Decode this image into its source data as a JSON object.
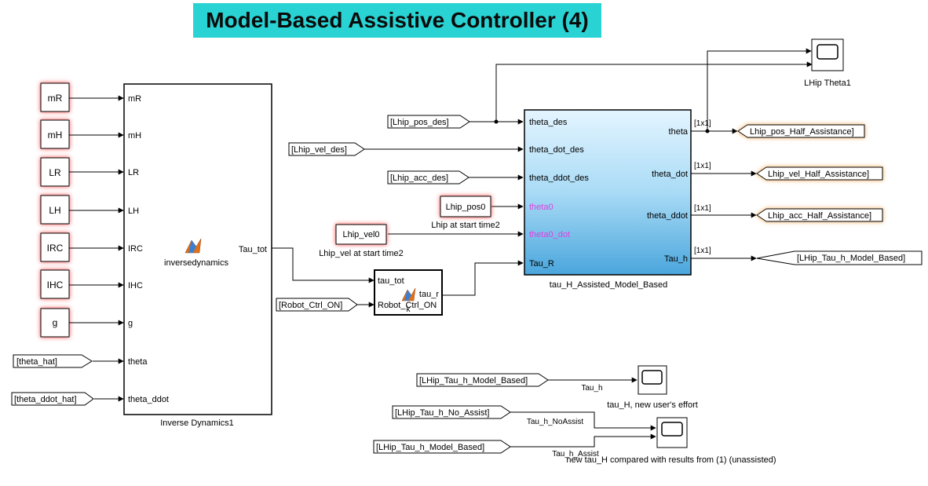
{
  "title": "Model-Based Assistive Controller (4)",
  "constants": [
    {
      "id": "mR",
      "label": "mR"
    },
    {
      "id": "mH",
      "label": "mH"
    },
    {
      "id": "LR",
      "label": "LR"
    },
    {
      "id": "LH",
      "label": "LH"
    },
    {
      "id": "IRC",
      "label": "IRC"
    },
    {
      "id": "IHC",
      "label": "IHC"
    },
    {
      "id": "g",
      "label": "g"
    }
  ],
  "from_tags_left": [
    {
      "id": "theta_hat",
      "label": "[theta_hat]"
    },
    {
      "id": "theta_ddot_hat",
      "label": "[theta_ddot_hat]"
    }
  ],
  "inverse_dynamics": {
    "name": "Inverse Dynamics1",
    "function_label": "inversedynamics",
    "inputs": [
      "mR",
      "mH",
      "LR",
      "LH",
      "IRC",
      "IHC",
      "g",
      "theta",
      "theta_ddot"
    ],
    "output": "Tau_tot"
  },
  "robot_block": {
    "inputs": [
      "tau_tot",
      "Robot_Ctrl_ON"
    ],
    "output": "tau_r",
    "extra_label": "k"
  },
  "robot_ctrl_tag": "[Robot_Ctrl_ON]",
  "top_tags": [
    {
      "id": "pos_des",
      "label": "[Lhip_pos_des]"
    },
    {
      "id": "vel_des",
      "label": "[Lhip_vel_des]"
    },
    {
      "id": "acc_des",
      "label": "[Lhip_acc_des]"
    }
  ],
  "init_blocks": [
    {
      "id": "pos0",
      "label": "Lhip_pos0",
      "caption": "Lhip at start time2"
    },
    {
      "id": "vel0",
      "label": "Lhip_vel0",
      "caption": "Lhip_vel at start time2"
    }
  ],
  "assist_block": {
    "name": "tau_H_Assisted_Model_Based",
    "inputs": [
      "theta_des",
      "theta_dot_des",
      "theta_ddot_des",
      "theta0",
      "theta0_dot",
      "Tau_R"
    ],
    "outputs": [
      "theta",
      "theta_dot",
      "theta_ddot",
      "Tau_h"
    ]
  },
  "dims_label": "[1x1]",
  "goto_tags": [
    {
      "id": "pos_half",
      "label": "Lhip_pos_Half_Assistance]"
    },
    {
      "id": "vel_half",
      "label": "Lhip_vel_Half_Assistance]"
    },
    {
      "id": "acc_half",
      "label": "Lhip_acc_Half_Assistance]"
    },
    {
      "id": "tau_model",
      "label": "[LHip_Tau_h_Model_Based]"
    }
  ],
  "scopes": {
    "lhip_theta": {
      "caption": "LHip Theta1"
    },
    "tau_h": {
      "caption": "tau_H, new user's effort",
      "signal": "Tau_h"
    },
    "compare": {
      "caption": "new tau_H compared with results from (1) (unassisted)",
      "signals": [
        "Tau_h_NoAssist",
        "Tau_h_Assist"
      ]
    }
  },
  "bottom_tags": [
    {
      "id": "b1",
      "label": "[LHip_Tau_h_Model_Based]"
    },
    {
      "id": "b2",
      "label": "[LHip_Tau_h_No_Assist]"
    },
    {
      "id": "b3",
      "label": "[LHip_Tau_h_Model_Based]"
    }
  ],
  "colors": {
    "title_bg": "#2ad3d3",
    "glow_red": "#ff3030",
    "glow_orange": "#f0a040",
    "assist_top": "#d6efff",
    "assist_bottom": "#4aa6dc",
    "magenta": "#e040e0"
  }
}
